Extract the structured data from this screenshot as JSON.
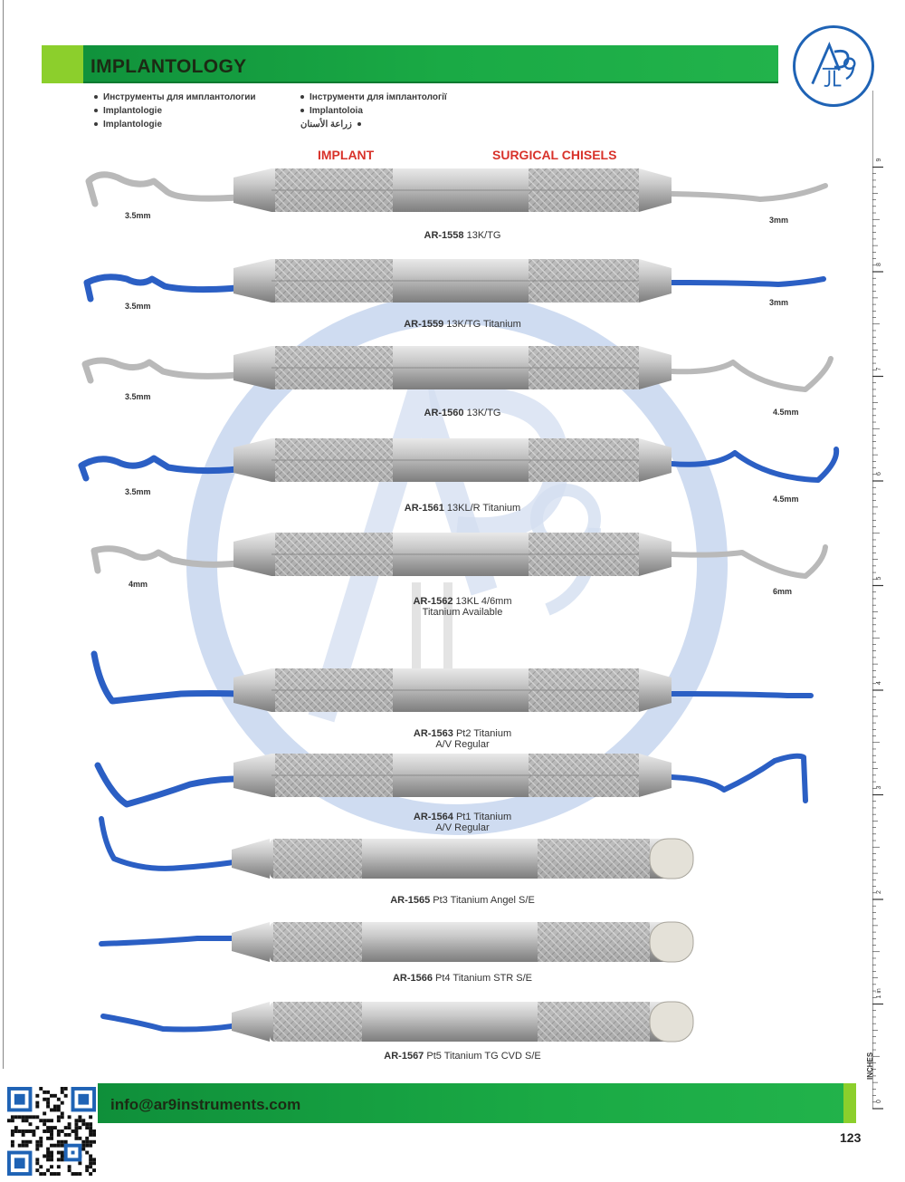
{
  "header": {
    "title": "IMPLANTOLOGY",
    "colors": {
      "bar": "#1aaa45",
      "accent": "#8ccf2c"
    }
  },
  "logo": {
    "mark": "AR9 JL",
    "color": "#1f63b5"
  },
  "subtitles": {
    "left": [
      "Инструменты для имплантологии",
      "Implantologie",
      "Implantologie"
    ],
    "right": [
      "Інструменти для імплантології",
      "Implantoloia",
      "زراعة الأسنان"
    ]
  },
  "section_labels": {
    "left": "IMPLANT",
    "right": "SURGICAL CHISELS",
    "color": "#d8322a"
  },
  "instruments": [
    {
      "prefix": "AR-",
      "number": "1558",
      "desc": "13K/TG",
      "desc2": "",
      "left_size": "3.5mm",
      "right_size": "3mm",
      "tip": "steel"
    },
    {
      "prefix": "AR-",
      "number": "1559",
      "desc": "13K/TG Titanium",
      "desc2": "",
      "left_size": "3.5mm",
      "right_size": "3mm",
      "tip": "blue"
    },
    {
      "prefix": "AR-",
      "number": "1560",
      "desc": "13K/TG",
      "desc2": "",
      "left_size": "3.5mm",
      "right_size": "4.5mm",
      "tip": "steel"
    },
    {
      "prefix": "AR-",
      "number": "1561",
      "desc": "13KL/R Titanium",
      "desc2": "",
      "left_size": "3.5mm",
      "right_size": "4.5mm",
      "tip": "blue"
    },
    {
      "prefix": "AR-",
      "number": "1562",
      "desc": "13KL 4/6mm",
      "desc2": "Titanium Available",
      "left_size": "4mm",
      "right_size": "6mm",
      "tip": "steel"
    },
    {
      "prefix": "AR-",
      "number": "1563",
      "desc": "Pt2 Titanium",
      "desc2": "A/V Regular",
      "left_size": "",
      "right_size": "",
      "tip": "blue"
    },
    {
      "prefix": "AR-",
      "number": "1564",
      "desc": "Pt1 Titanium",
      "desc2": "A/V Regular",
      "left_size": "",
      "right_size": "",
      "tip": "blue"
    },
    {
      "prefix": "AR-",
      "number": "1565",
      "desc": "Pt3 Titanium Angel S/E",
      "desc2": "",
      "left_size": "",
      "right_size": "",
      "tip": "blue"
    },
    {
      "prefix": "AR-",
      "number": "1566",
      "desc": "Pt4 Titanium STR S/E",
      "desc2": "",
      "left_size": "",
      "right_size": "",
      "tip": "blue"
    },
    {
      "prefix": "AR-",
      "number": "1567",
      "desc": "Pt5 Titanium TG CVD S/E",
      "desc2": "",
      "left_size": "",
      "right_size": "",
      "tip": "blue"
    }
  ],
  "ruler": {
    "unit_label": "INCHES",
    "numbers": [
      "0",
      "1 in",
      "2",
      "3",
      "4",
      "5",
      "6",
      "7",
      "8",
      "9"
    ]
  },
  "footer": {
    "email": "info@ar9instruments.com"
  },
  "page_number": "123"
}
